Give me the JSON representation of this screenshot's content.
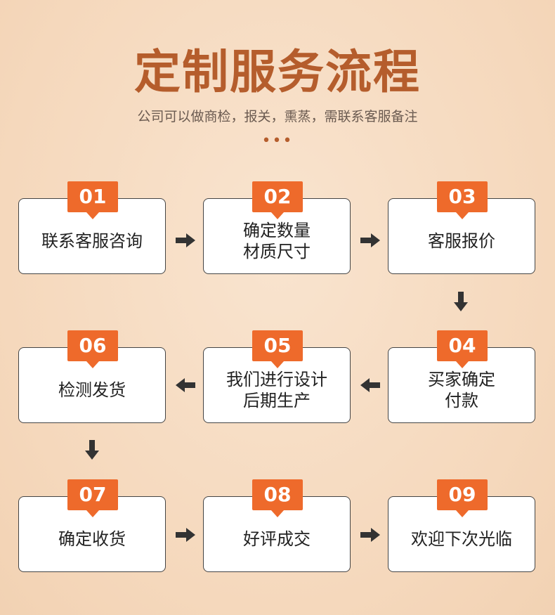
{
  "header": {
    "title": "定制服务流程",
    "subtitle": "公司可以做商检，报关，熏蒸，需联系客服备注",
    "dots": "•••"
  },
  "steps": [
    {
      "number": "01",
      "label": "联系客服咨询"
    },
    {
      "number": "02",
      "label": "确定数量\n材质尺寸"
    },
    {
      "number": "03",
      "label": "客服报价"
    },
    {
      "number": "04",
      "label": "买家确定\n付款"
    },
    {
      "number": "05",
      "label": "我们进行设计\n后期生产"
    },
    {
      "number": "06",
      "label": "检测发货"
    },
    {
      "number": "07",
      "label": "确定收货"
    },
    {
      "number": "08",
      "label": "好评成交"
    },
    {
      "number": "09",
      "label": "欢迎下次光临"
    }
  ],
  "colors": {
    "title": "#b55d2c",
    "badge": "#ee6a2b",
    "arrow": "#333333"
  }
}
